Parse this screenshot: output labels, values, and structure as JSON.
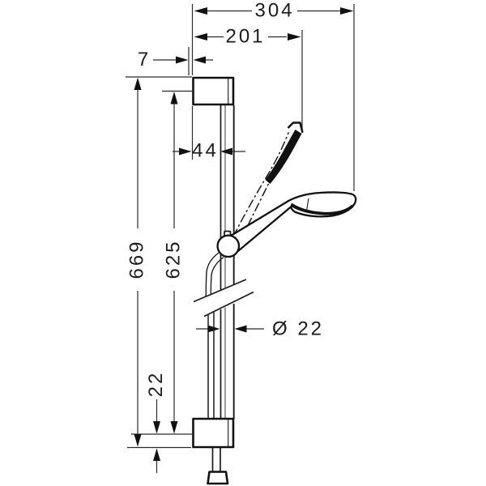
{
  "drawing": {
    "type": "technical-dimension-drawing",
    "subject": "shower rail set with hand shower, side view",
    "unit": "mm",
    "background": "#ffffff",
    "line_color": "#1c1c1c",
    "dimensions": {
      "reach_total": {
        "label": "304",
        "value": 304
      },
      "reach_upper": {
        "label": "201",
        "value": 201
      },
      "top_offset": {
        "label": "7",
        "value": 7
      },
      "bar_offset": {
        "label": "44",
        "value": 44
      },
      "overall_length": {
        "label": "669",
        "value": 669
      },
      "fixing_distance": {
        "label": "625",
        "value": 625
      },
      "bar_diameter": {
        "label": "Ø 22",
        "value": 22
      },
      "bottom_offset": {
        "label": "22",
        "value": 22
      }
    }
  }
}
